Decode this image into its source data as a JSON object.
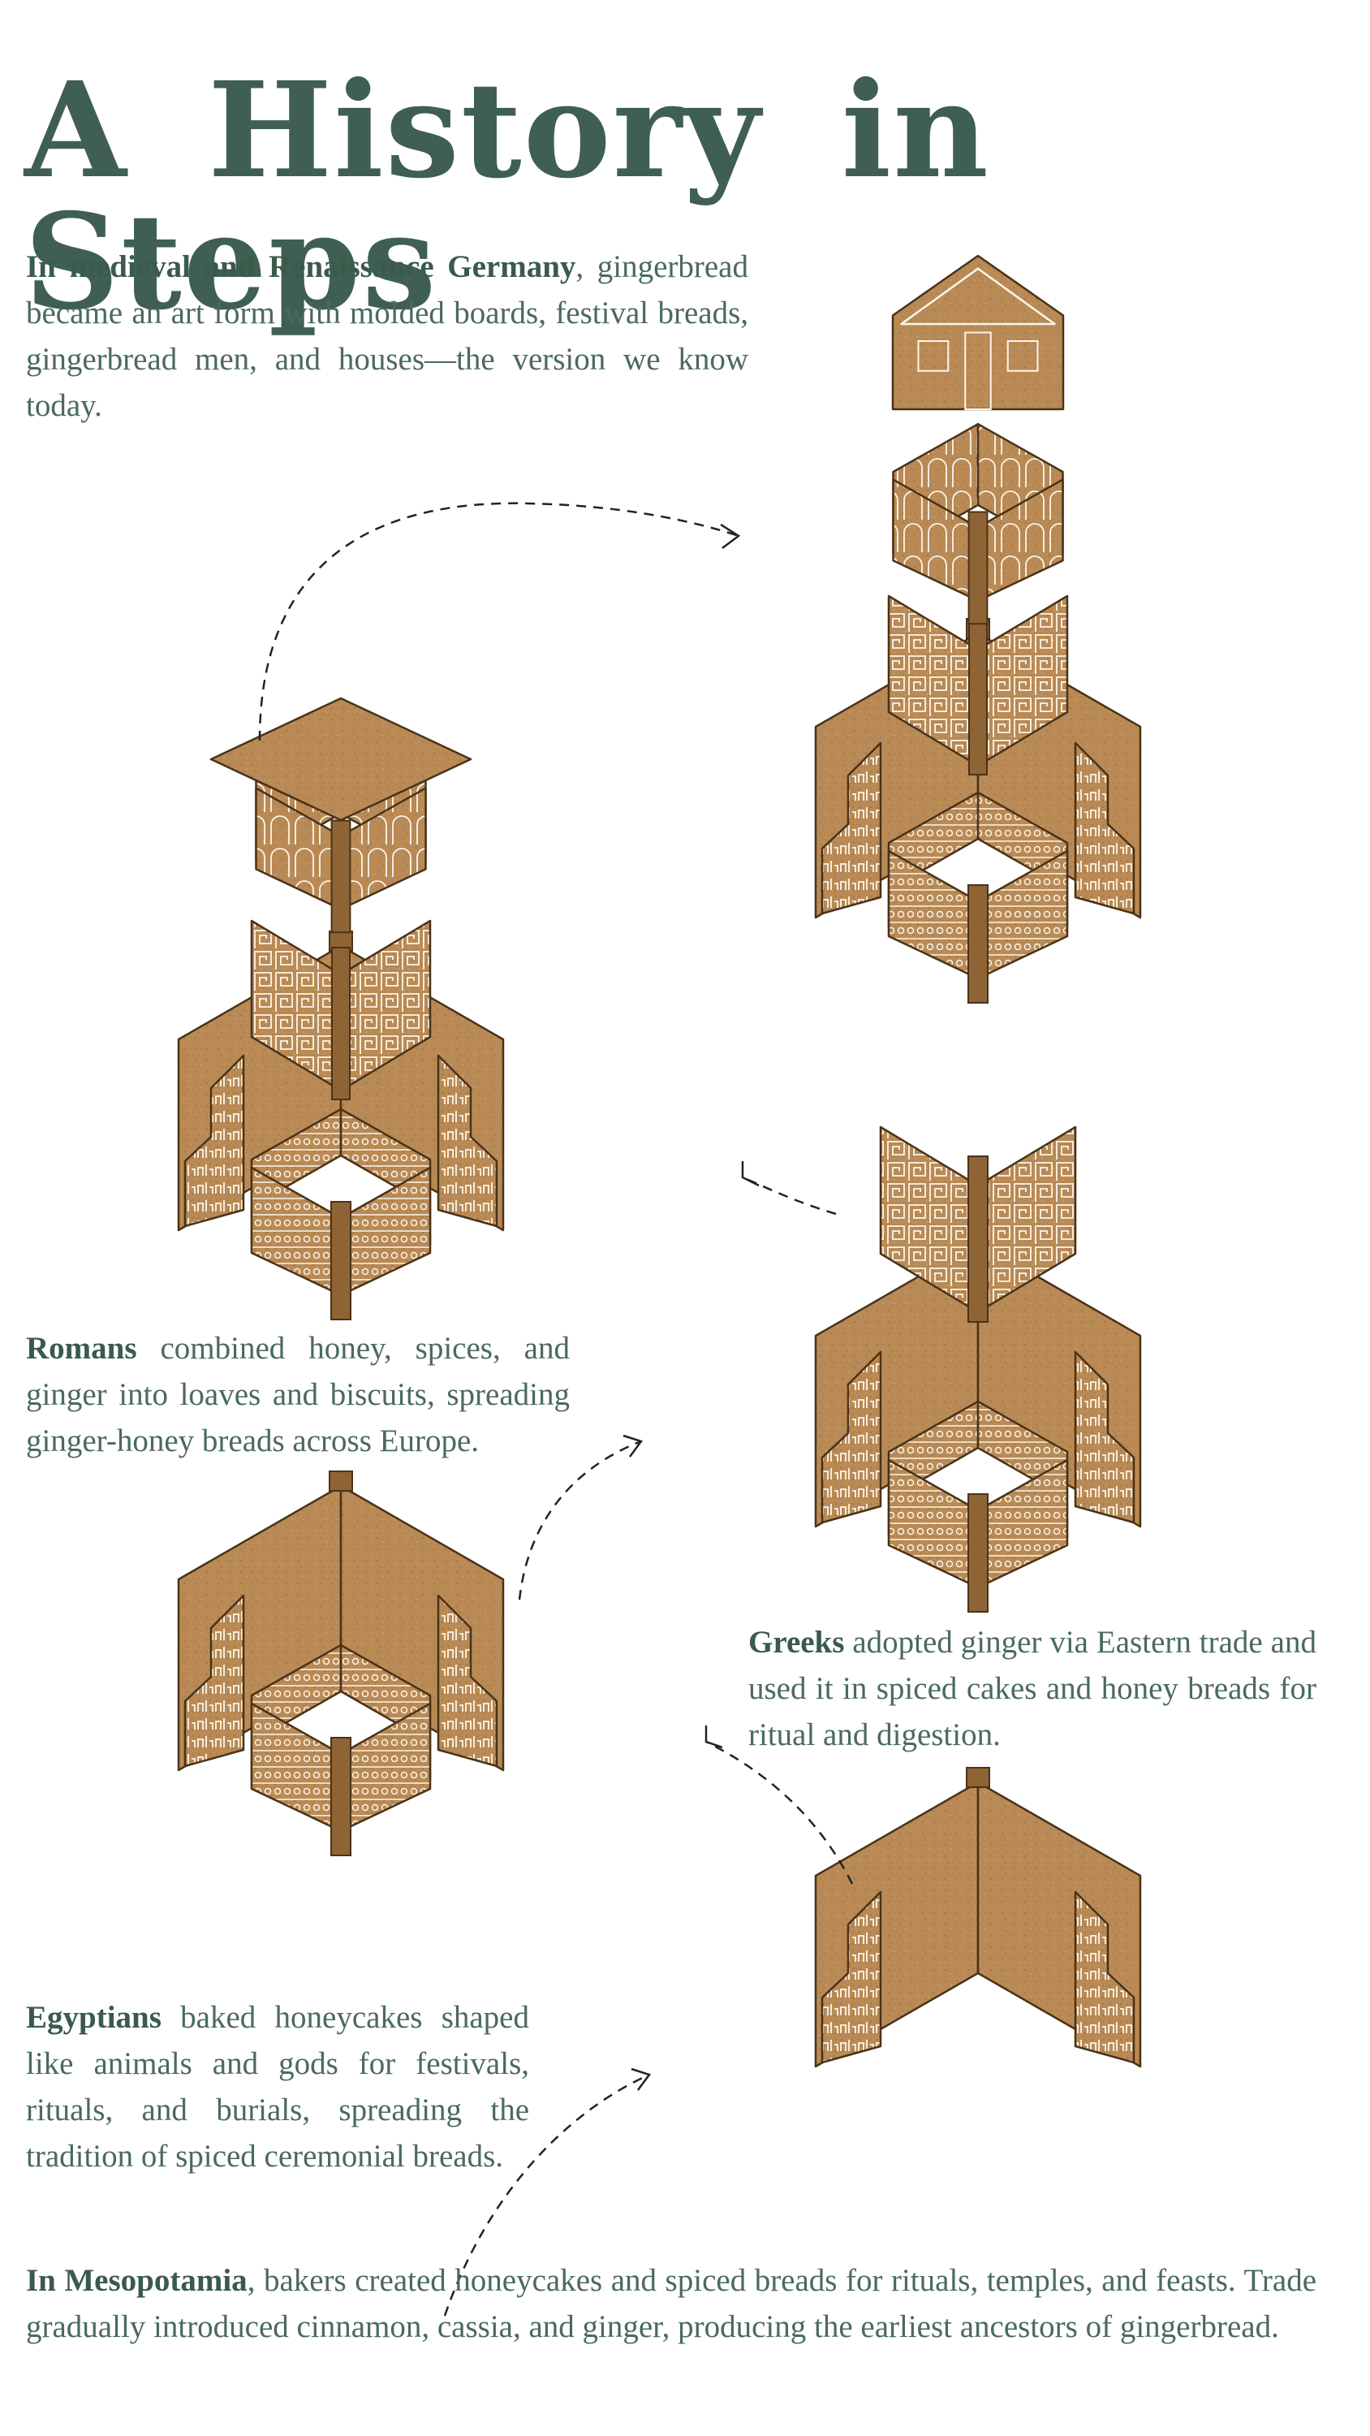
{
  "title": "A History in Steps",
  "captions": {
    "germany": {
      "lead": "In medieval and Renaissance Germany",
      "rest": ", gingerbread became an art form with molded boards, festival breads, gingerbread men, and houses—the version we know today."
    },
    "romans": {
      "lead": "Romans",
      "rest": " combined honey, spices, and ginger into loaves and biscuits, spreading ginger-honey breads across Europe."
    },
    "greeks": {
      "lead": "Greeks",
      "rest": " adopted ginger via Eastern trade and used it in spiced cakes and honey breads for ritual and digestion."
    },
    "egyptians": {
      "lead": "Egyptians",
      "rest": " baked honeycakes shaped like animals and gods for festivals, rituals, and burials, spreading the tradition of spiced ceremonial breads."
    },
    "mesopotamia": {
      "lead": "In Mesopotamia",
      "rest": ", bakers created honeycakes and spiced breads for rituals, temples, and feasts. Trade gradually introduced cinnamon, cassia, and ginger, producing the earliest ancestors of gingerbread."
    }
  },
  "colors": {
    "title": "#3f5f52",
    "text": "#4a6a5c",
    "gingerbread": "#b98a55",
    "gingerbread_dark": "#8f6435",
    "outline": "#4a3218",
    "icing": "#fbf6ec"
  }
}
